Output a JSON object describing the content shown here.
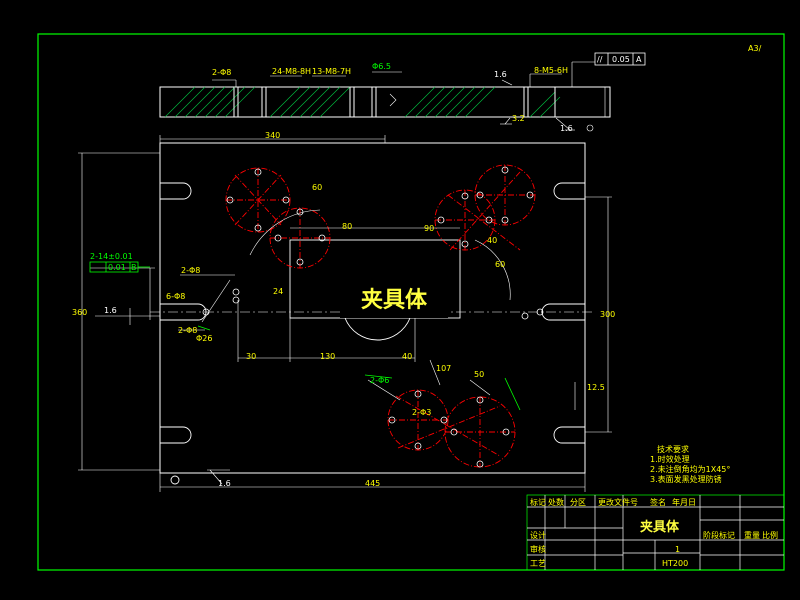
{
  "drawing": {
    "title": "夹具体",
    "corner_mark": "A3/",
    "tolerance_frame": {
      "symbol": "//",
      "value": "0.05",
      "datum": "A"
    }
  },
  "top_view": {
    "labels": [
      "2-Φ8",
      "24-M8-8H",
      "13-M8-7H",
      "Φ6.5",
      "8-M5-6H",
      "1.6",
      "3.2",
      "1.6"
    ]
  },
  "main_view": {
    "dims": {
      "width_top": "340",
      "width_bottom": "445",
      "height_left": "360",
      "height_right": "300",
      "d_60": "60",
      "d_90": "90",
      "d_30": "30",
      "d_130": "130",
      "d_80": "80",
      "d_40": "40",
      "d_24": "24",
      "d_40b": "40",
      "d_60b": "60",
      "d_107": "107",
      "d_50": "50",
      "d_12_5": "12.5"
    },
    "left_tol": {
      "label": "2-14±0.01",
      "tol": "0.01",
      "datum": "B"
    },
    "left_labels": [
      "2-Φ8",
      "6-Φ8",
      "1.6",
      "2-Φ8",
      "Φ26"
    ],
    "bottom_labels": [
      "2-Φ6",
      "2-Φ3"
    ],
    "roughness": "1.6"
  },
  "notes": {
    "heading": "技术要求",
    "items": [
      "1.时效处理",
      "2.未注倒角均为1X45°",
      "3.表面发黑处理防锈"
    ]
  },
  "title_block": {
    "name": "夹具体",
    "material": "HT200",
    "qty": "1",
    "row_labels": [
      "标记",
      "设计",
      "审核",
      "工艺"
    ],
    "col_labels": [
      "处数",
      "分区",
      "更改文件号",
      "签名",
      "年月日"
    ],
    "right_labels": [
      "阶段标记",
      "重量",
      "比例"
    ]
  },
  "colors": {
    "border": "#00ff00",
    "outline": "#ffffff",
    "center": "#ff0000",
    "dim": "#ffffff",
    "hatch": "#00ff00"
  }
}
